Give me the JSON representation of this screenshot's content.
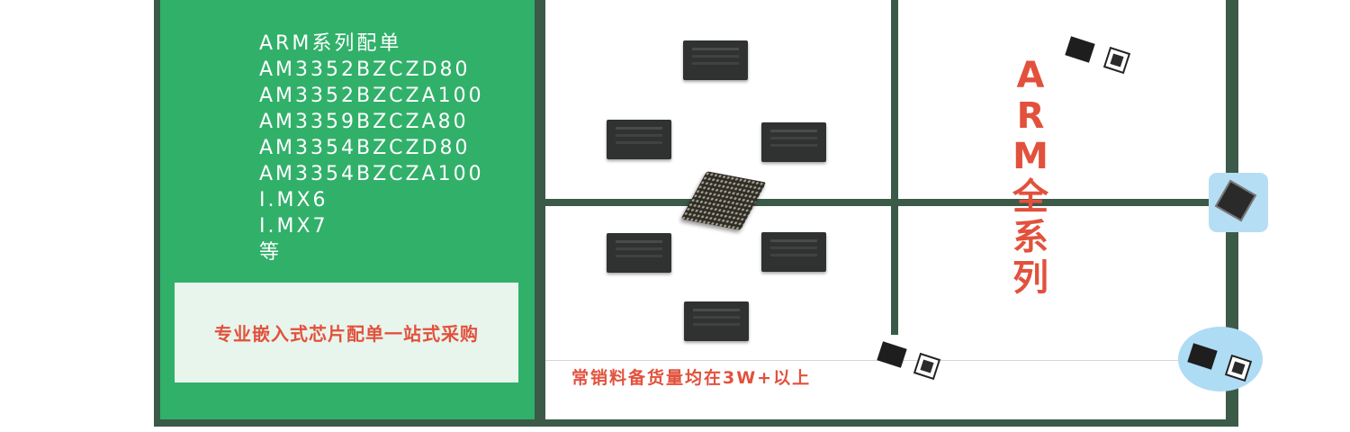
{
  "left_panel": {
    "heading": "ARM系列配单",
    "parts": [
      "AM3352BZCZD80",
      "AM3352BZCZA100",
      "AM3359BZCZA80",
      "AM3354BZCZD80",
      "AM3354BZCZA100",
      "I.MX6",
      "I.MX7",
      "等"
    ],
    "slogan": "专业嵌入式芯片配单一站式采购"
  },
  "right_panel": {
    "vertical_title": [
      "A",
      "R",
      "M",
      "全",
      "系",
      "列"
    ],
    "stock_note": "常销料备货量均在3W+以上"
  },
  "colors": {
    "green_panel": "#31b06a",
    "frame": "#3b5a48",
    "accent_red": "#e2513c",
    "light_blue": "#aedcf4"
  },
  "icons": {
    "chip": "ic-chip-icon",
    "bga": "bga-chip-icon",
    "qfn": "qfn-chip-icon"
  }
}
